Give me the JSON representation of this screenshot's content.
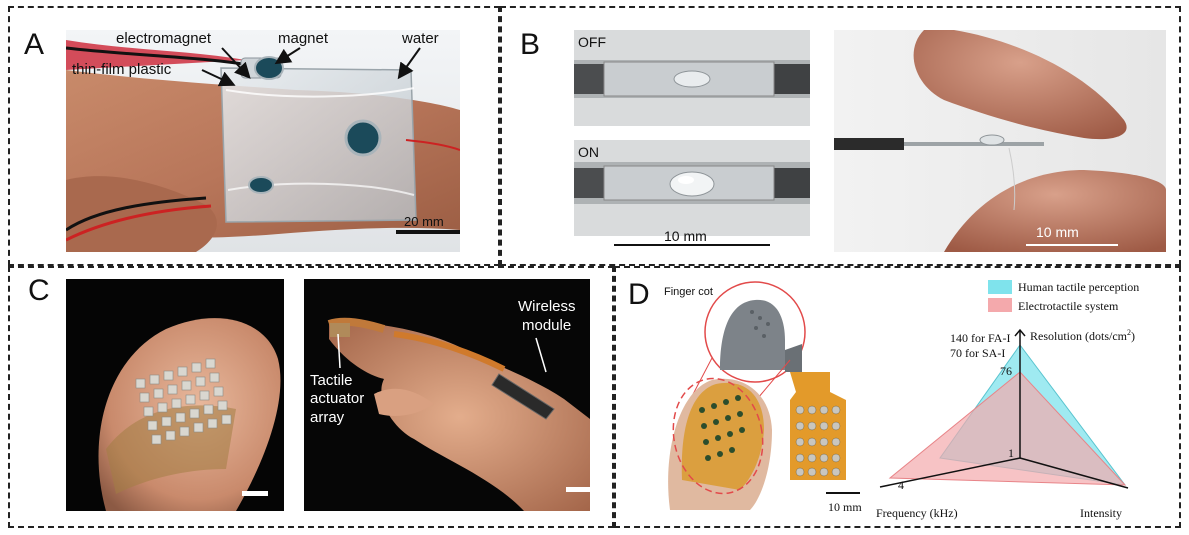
{
  "panel_a": {
    "label": "A",
    "callouts": [
      "electromagnet",
      "magnet",
      "water",
      "thin-film plastic"
    ],
    "scale": "20 mm"
  },
  "panel_b": {
    "label": "B",
    "state_off": "OFF",
    "state_on": "ON",
    "scale_left": "10 mm",
    "scale_right": "10 mm"
  },
  "panel_c": {
    "label": "C",
    "wireless_module": [
      "Wireless",
      "module"
    ],
    "tactile_array": [
      "Tactile",
      "actuator",
      "array"
    ]
  },
  "panel_d": {
    "label": "D",
    "finger_cot": "Finger cot",
    "scale": "10 mm",
    "legend": [
      {
        "name": "Human tactile perception",
        "color": "#7fe3ec"
      },
      {
        "name": "Electrotactile system",
        "color": "#f4a9ac"
      }
    ],
    "radar": {
      "resolution_axis": "Resolution (dots/cm",
      "resolution_sup": "2",
      "resolution_close": ")",
      "resolution_note": [
        "140 for FA-I",
        "70 for SA-I"
      ],
      "frequency_axis": "Frequency (kHz)",
      "intensity_axis": "Intensity",
      "value_76": "76",
      "value_1": "1",
      "value_4": "4"
    }
  }
}
